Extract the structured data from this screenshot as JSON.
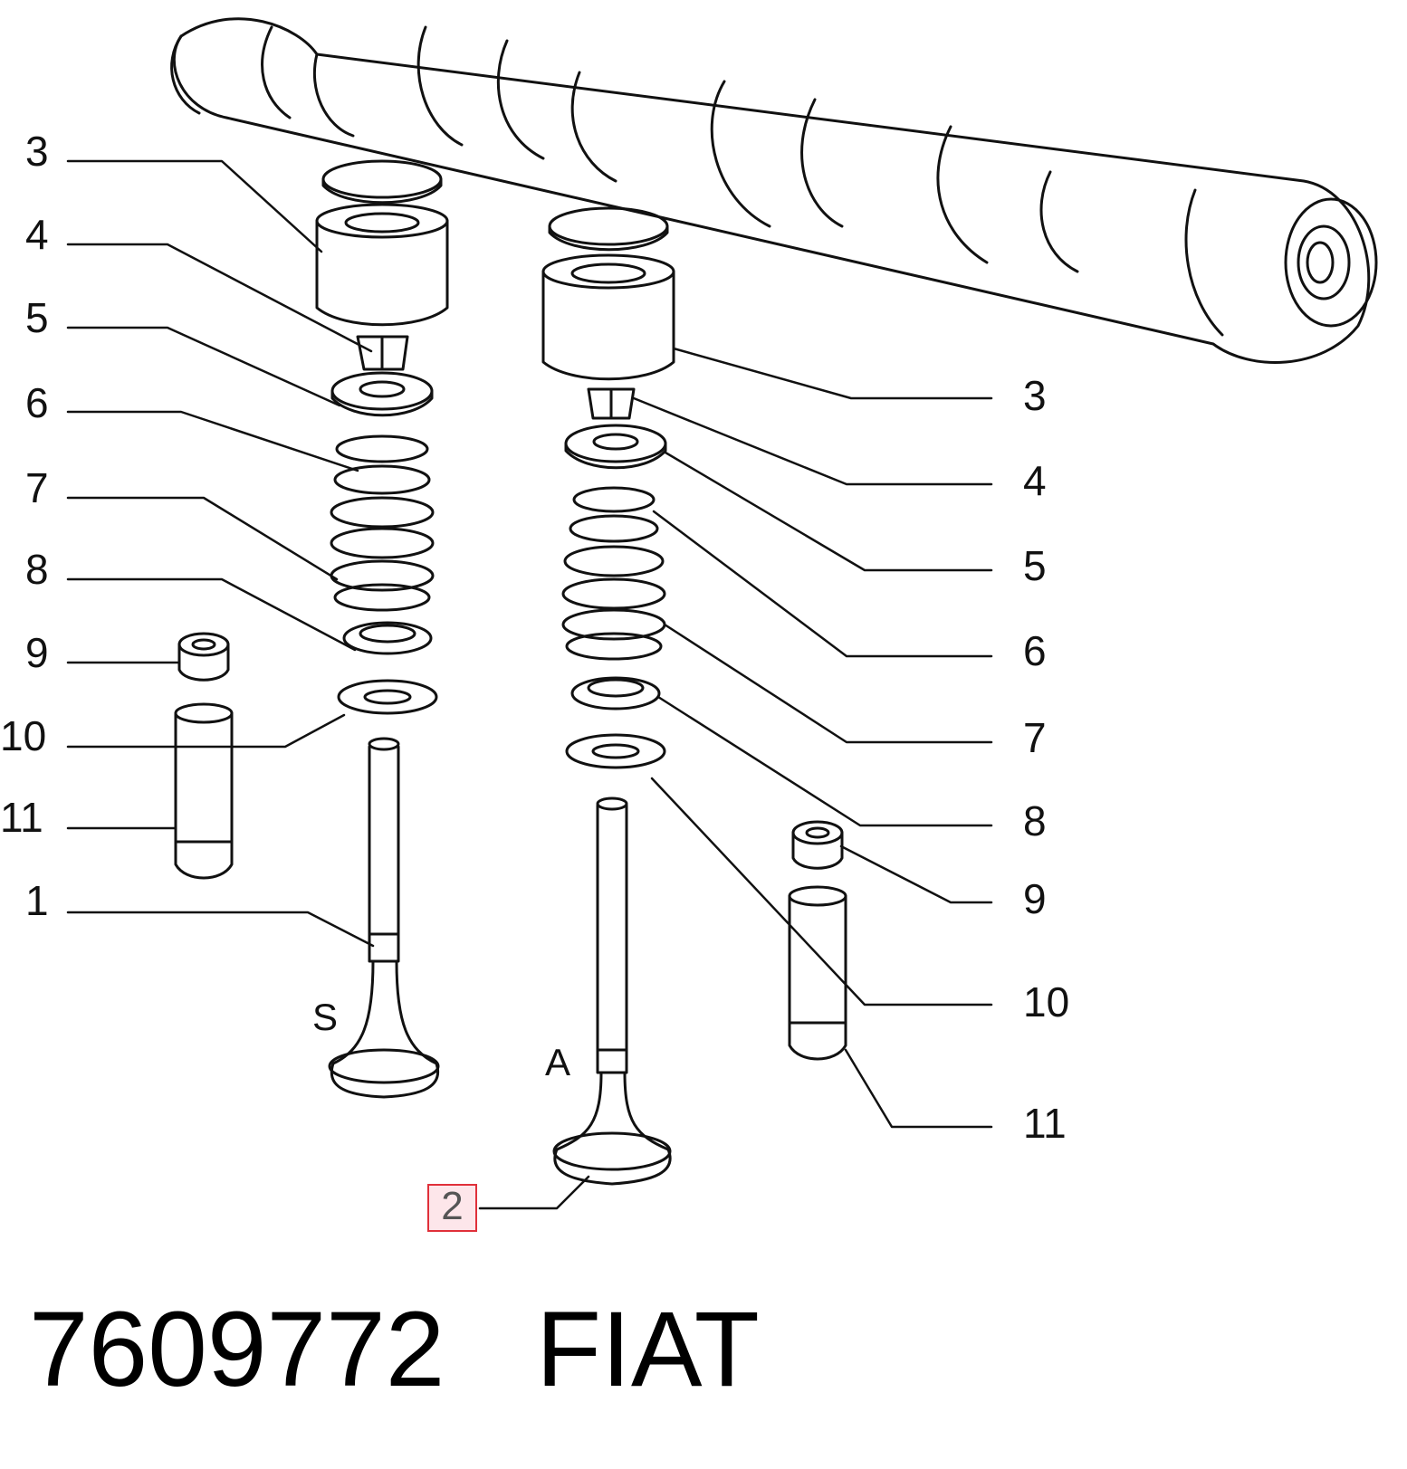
{
  "callouts_left": [
    "3",
    "4",
    "5",
    "6",
    "7",
    "8",
    "9",
    "10",
    "11",
    "1"
  ],
  "callouts_right": [
    "3",
    "4",
    "5",
    "6",
    "7",
    "8",
    "9",
    "10",
    "11"
  ],
  "highlighted_callout": "2",
  "valve_labels": {
    "intake": "S",
    "exhaust": "A"
  },
  "footer": {
    "part_number": "7609772",
    "brand": "FIAT"
  },
  "colors": {
    "line": "#111111",
    "highlight_border": "#e0303a",
    "highlight_fill": "#fde6ea"
  }
}
